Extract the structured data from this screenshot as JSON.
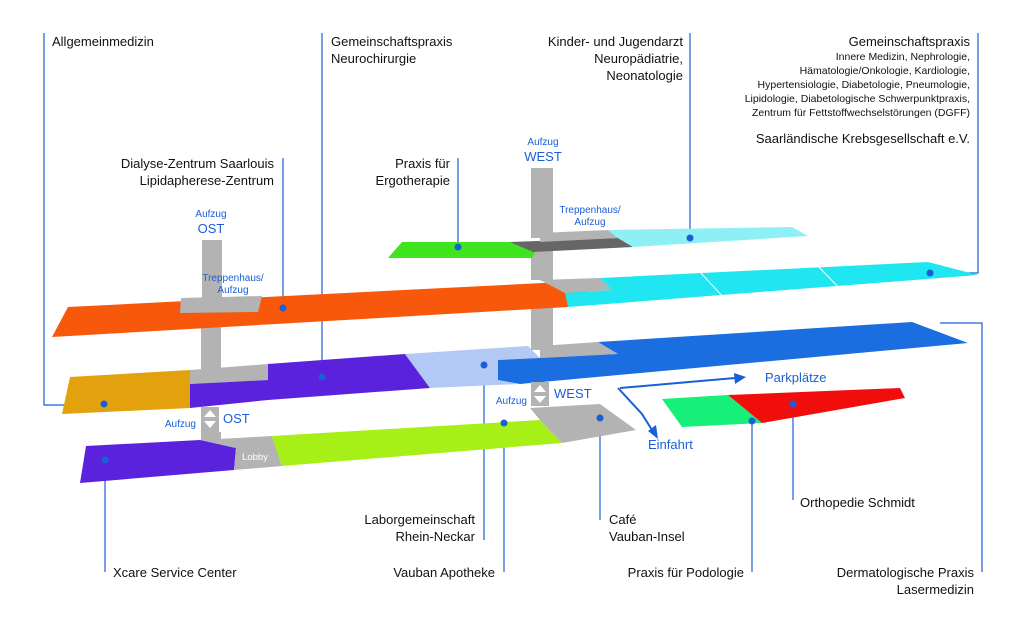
{
  "labels": {
    "allgemeinmedizin": "Allgemeinmedizin",
    "neurochirurgie": [
      "Gemeinschaftspraxis",
      "Neurochirurgie"
    ],
    "kinderarzt": [
      "Kinder- und Jugendarzt",
      "Neuropädiatrie,",
      "Neonatologie"
    ],
    "innere_title": "Gemeinschaftspraxis",
    "innere_lines": [
      "Innere Medizin, Nephrologie,",
      "Hämatologie/Onkologie, Kardiologie,",
      "Hypertensiologie, Diabetologie, Pneumologie,",
      "Lipidologie, Diabetologische Schwerpunktpraxis,",
      "Zentrum für Fettstoffwechselstörungen (DGFF)"
    ],
    "krebs": "Saarländische Krebsgesellschaft e.V.",
    "dialyse": [
      "Dialyse-Zentrum Saarlouis",
      "Lipidapherese-Zentrum"
    ],
    "ergotherapie": [
      "Praxis für",
      "Ergotherapie"
    ],
    "labor": [
      "Laborgemeinschaft",
      "Rhein-Neckar"
    ],
    "cafe": [
      "Café",
      "Vauban-Insel"
    ],
    "orthopedie": "Orthopedie Schmidt",
    "xcare": "Xcare Service Center",
    "apotheke": "Vauban Apotheke",
    "podologie": "Praxis für Podologie",
    "dermatologie": [
      "Dermatologische Praxis",
      "Lasermedizin"
    ]
  },
  "building": {
    "aufzug": "Aufzug",
    "west": "WEST",
    "ost": "OST",
    "treppenhaus": [
      "Treppenhaus/",
      "Aufzug"
    ],
    "lobby": "Lobby",
    "parkplaetze": "Parkplätze",
    "einfahrt": "Einfahrt"
  },
  "colors": {
    "orange": "#f7580c",
    "cyan": "#1fe6f0",
    "light_cyan": "#8ef0f5",
    "green": "#3ee51e",
    "dark_gray": "#666666",
    "gray": "#b3b3b3",
    "amber": "#e3a10d",
    "purple": "#5a22dd",
    "light_blue": "#b2c8f5",
    "blue": "#1a6ee0",
    "lime": "#a6f018",
    "mint": "#16ef78",
    "red": "#f20d0d",
    "accent": "#1a5fd6"
  }
}
